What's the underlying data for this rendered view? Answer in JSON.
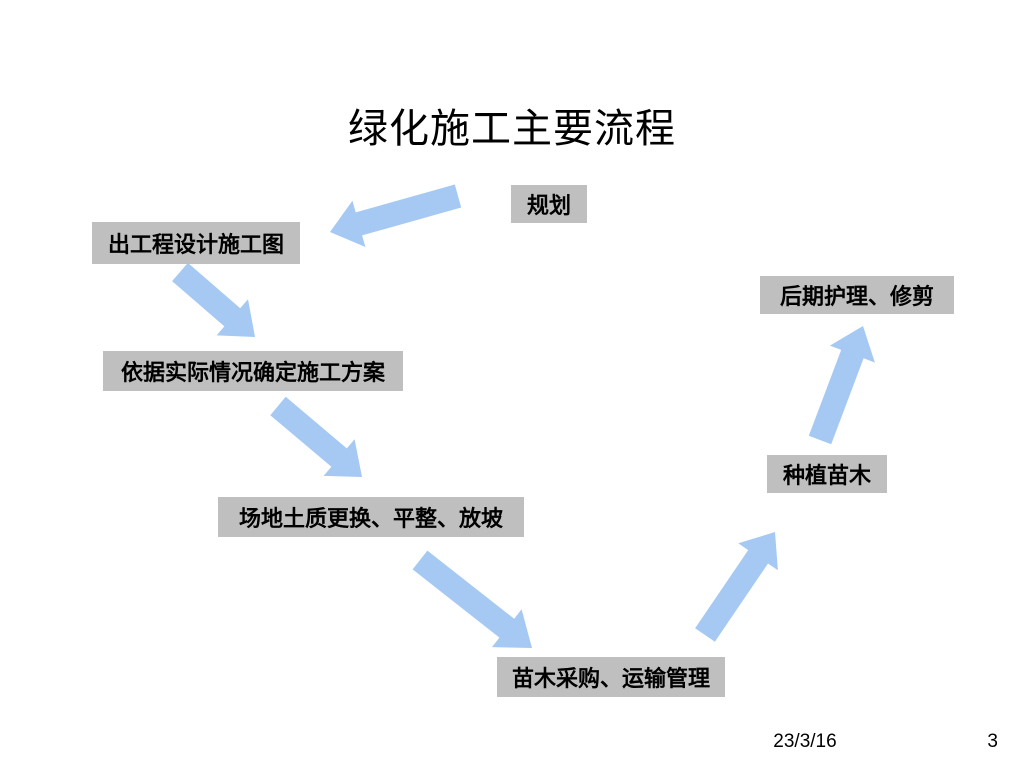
{
  "slide": {
    "title": "绿化施工主要流程",
    "footer": {
      "date": "23/3/16",
      "page": "3"
    },
    "colors": {
      "box_bg": "#bfbfbf",
      "arrow": "#a5c9f2",
      "text": "#000000",
      "background": "#ffffff"
    },
    "steps": [
      {
        "id": "planning",
        "label": "规划"
      },
      {
        "id": "design-drawing",
        "label": "出工程设计施工图"
      },
      {
        "id": "construction-plan",
        "label": "依据实际情况确定施工方案"
      },
      {
        "id": "site-preparation",
        "label": "场地土质更换、平整、放坡"
      },
      {
        "id": "procurement",
        "label": "苗木采购、运输管理"
      },
      {
        "id": "planting",
        "label": "种植苗木"
      },
      {
        "id": "maintenance",
        "label": "后期护理、修剪"
      }
    ],
    "arrows": [
      {
        "from": "规划",
        "to": "出工程设计施工图"
      },
      {
        "from": "出工程设计施工图",
        "to": "依据实际情况确定施工方案"
      },
      {
        "from": "依据实际情况确定施工方案",
        "to": "场地土质更换、平整、放坡"
      },
      {
        "from": "场地土质更换、平整、放坡",
        "to": "苗木采购、运输管理"
      },
      {
        "from": "苗木采购、运输管理",
        "to": "种植苗木"
      },
      {
        "from": "种植苗木",
        "to": "后期护理、修剪"
      }
    ]
  }
}
